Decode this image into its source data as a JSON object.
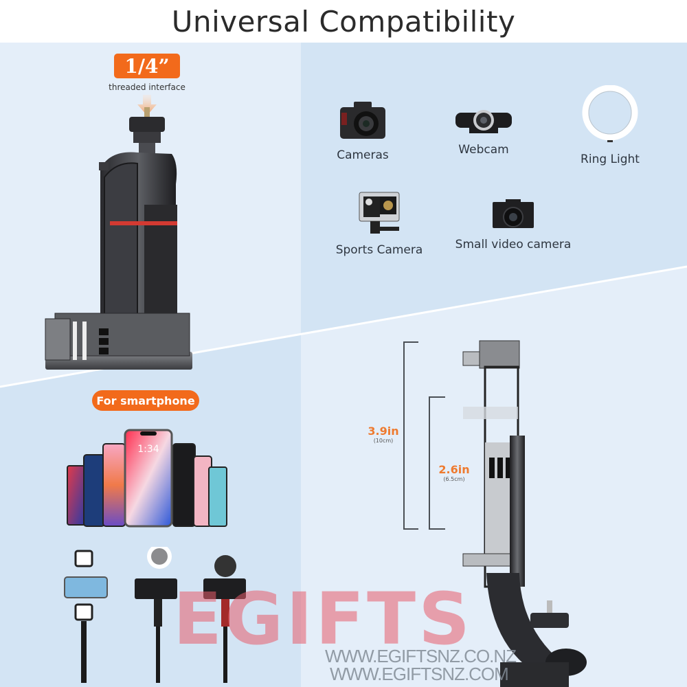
{
  "header": {
    "title": "Universal Compatibility"
  },
  "top_left": {
    "badge": "1/4”",
    "caption": "threaded interface",
    "image": "phone-clamp-with-threaded-mount-icon"
  },
  "top_right": {
    "devices": [
      {
        "label": "Cameras",
        "icon": "dslr-camera-icon"
      },
      {
        "label": "Webcam",
        "icon": "webcam-icon"
      },
      {
        "label": "Ring Light",
        "icon": "ring-light-icon"
      },
      {
        "label": "Sports Camera",
        "icon": "action-camera-icon"
      },
      {
        "label": "Small video camera",
        "icon": "compact-camera-icon"
      }
    ]
  },
  "bottom_left": {
    "badge": "For smartphone",
    "phone_screen_time": "1:34",
    "accessories": [
      "dual-led-light-rig",
      "ring-light-rig",
      "microphone-rig"
    ]
  },
  "bottom_right": {
    "measurements": [
      {
        "value": "3.9in",
        "sub": "(10cm)"
      },
      {
        "value": "2.6in",
        "sub": "(6.5cm)"
      }
    ]
  },
  "watermark": {
    "brand": "EGIFTS",
    "urls": [
      "WWW.EGIFTSNZ.CO.NZ",
      "WWW.EGIFTSNZ.COM"
    ]
  },
  "colors": {
    "accent_orange": "#f26a1b",
    "measure_orange": "#ee7a2f",
    "bg_light": "#e4eef9",
    "bg_mid": "#d3e4f4",
    "watermark_red": "#e85c6c"
  }
}
